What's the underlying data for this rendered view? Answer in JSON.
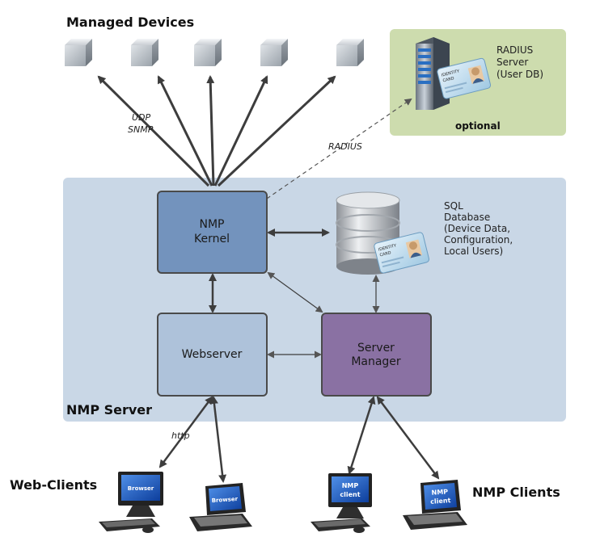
{
  "titles": {
    "managed_devices": "Managed Devices",
    "nmp_server": "NMP Server",
    "web_clients": "Web-Clients",
    "nmp_clients": "NMP Clients"
  },
  "radius": {
    "label_line1": "RADIUS",
    "label_line2": "Server",
    "label_line3": "(User DB)",
    "optional": "optional",
    "link_label": "RADIUS"
  },
  "protocols": {
    "udp": "UDP",
    "snmp": "SNMP",
    "http": "http"
  },
  "boxes": {
    "kernel_line1": "NMP",
    "kernel_line2": "Kernel",
    "webserver": "Webserver",
    "manager_line1": "Server",
    "manager_line2": "Manager"
  },
  "database": {
    "line1": "SQL",
    "line2": "Database",
    "line3": "(Device Data,",
    "line4": "Configuration,",
    "line5": "Local Users)"
  },
  "id_card": {
    "text1": "IDENTITY",
    "text2": "CARD"
  },
  "clients": {
    "browser_label": "Browser",
    "nmp_line1": "NMP",
    "nmp_line2": "client"
  },
  "colors": {
    "server_bg": "#c9d7e6",
    "radius_bg": "#cddcae",
    "kernel_fill": "#7393bd",
    "webserver_fill": "#aec2da",
    "manager_fill": "#8a71a3",
    "arrow": "#444444"
  }
}
